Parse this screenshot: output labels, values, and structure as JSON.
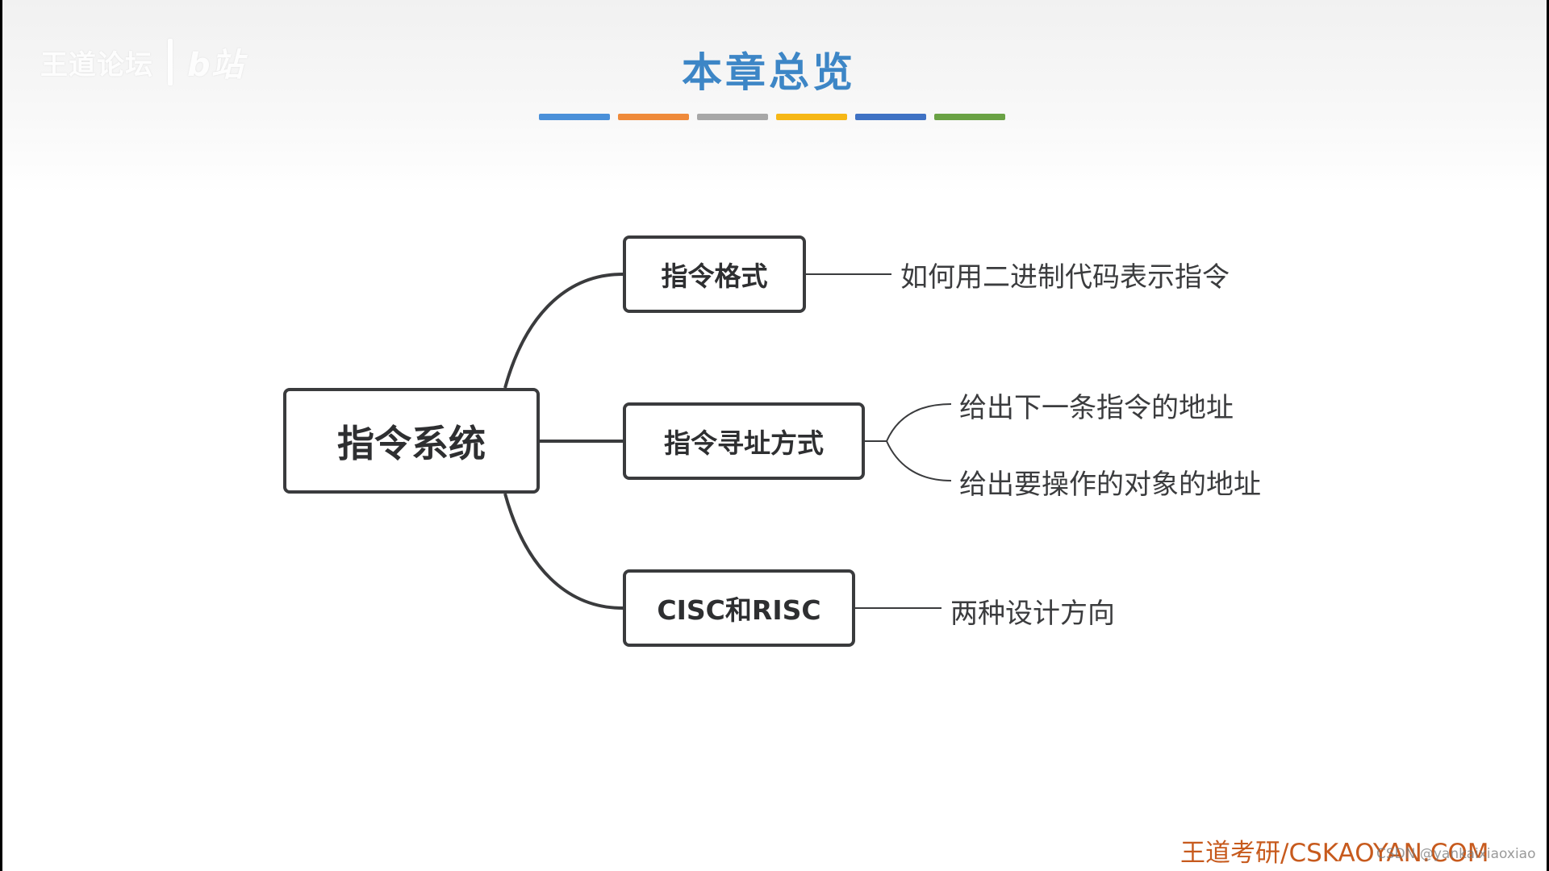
{
  "watermark": {
    "text": "王道论坛",
    "text2": "b站"
  },
  "title": "本章总览",
  "color_bars": [
    "#4a90d9",
    "#ef8a3a",
    "#a7a7a7",
    "#f6b716",
    "#3f72c4",
    "#6aa245"
  ],
  "diagram": {
    "root": "指令系统",
    "branches": [
      {
        "label": "指令格式",
        "leaves": [
          "如何用二进制代码表示指令"
        ]
      },
      {
        "label": "指令寻址方式",
        "leaves": [
          "给出下一条指令的地址",
          "给出要操作的对象的地址"
        ]
      },
      {
        "label": "CISC和RISC",
        "leaves": [
          "两种设计方向"
        ]
      }
    ]
  },
  "footer": {
    "brand": "王道考研/CSKAOYAN.COM",
    "credit": "CSDN @yankaixiaoxiao"
  }
}
